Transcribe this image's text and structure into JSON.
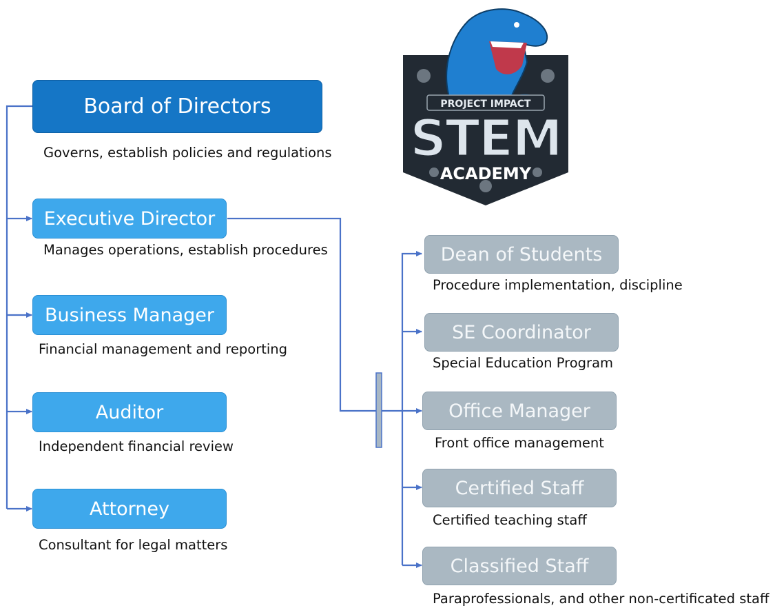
{
  "colors": {
    "board": "#1576c6",
    "left_boxes": "#3ea8ec",
    "right_boxes": "#aab8c2",
    "connector": "#4a72c8",
    "logo_blue": "#1f7fd0",
    "logo_dark": "#222a33"
  },
  "logo": {
    "top_text": "PROJECT IMPACT",
    "main_text": "STEM",
    "bottom_text": "ACADEMY"
  },
  "board": {
    "title": "Board of Directors",
    "description": "Governs, establish policies and regulations"
  },
  "left_roles": [
    {
      "title": "Executive Director",
      "description": "Manages operations, establish procedures"
    },
    {
      "title": "Business Manager",
      "description": "Financial management and reporting"
    },
    {
      "title": "Auditor",
      "description": "Independent financial review"
    },
    {
      "title": "Attorney",
      "description": "Consultant for legal matters"
    }
  ],
  "right_roles": [
    {
      "title": "Dean of Students",
      "description": "Procedure implementation, discipline"
    },
    {
      "title": "SE Coordinator",
      "description": "Special Education Program"
    },
    {
      "title": "Office Manager",
      "description": "Front office management"
    },
    {
      "title": "Certified Staff",
      "description": "Certified teaching staff"
    },
    {
      "title": "Classified Staff",
      "description": "Paraprofessionals, and other non-certificated staff"
    }
  ]
}
